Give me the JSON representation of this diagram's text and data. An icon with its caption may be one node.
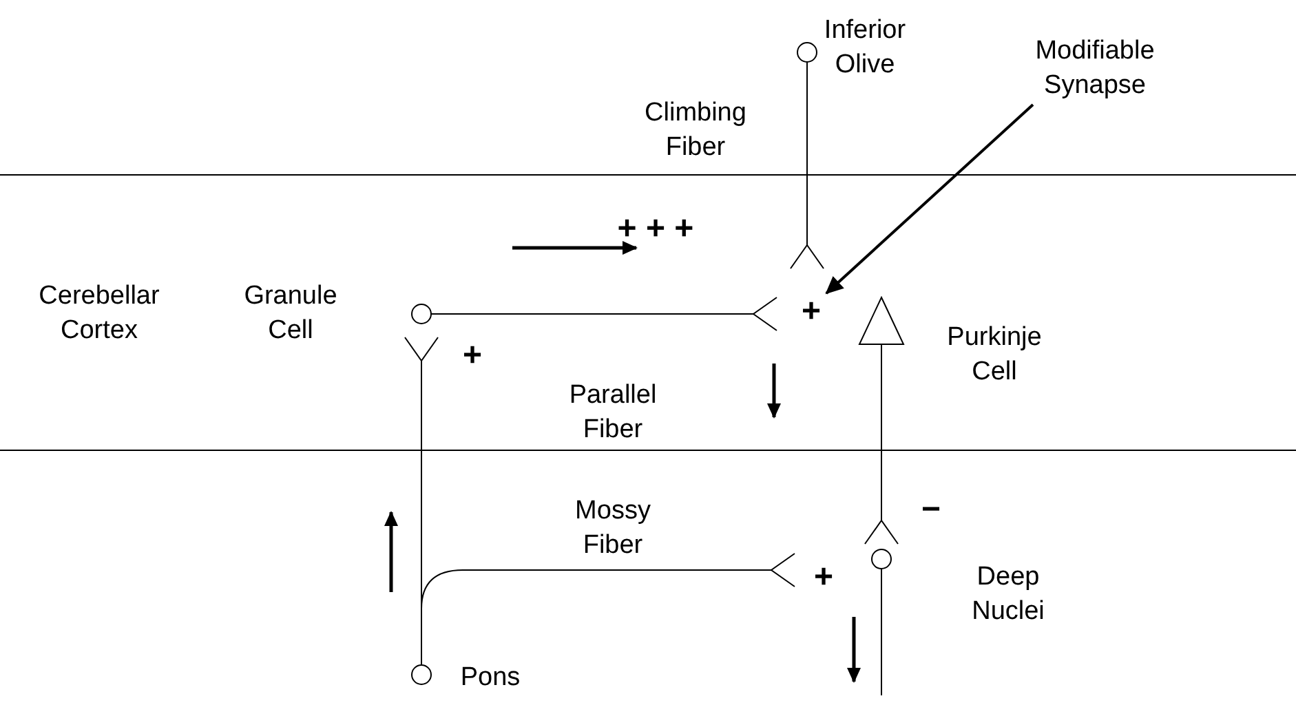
{
  "diagram": {
    "nodes": [
      {
        "text": [],
        "shape": "circle",
        "beside": [
          "Inferior Olive"
        ]
      },
      {
        "text": [],
        "shape": "circle",
        "beside": [
          "Granule Cell"
        ]
      },
      {
        "text": [],
        "shape": "triangle",
        "beside": [
          "Purkinje Cell"
        ]
      },
      {
        "text": [],
        "shape": "circle",
        "beside": [
          "Deep Nuclei"
        ]
      },
      {
        "text": [],
        "shape": "circle",
        "beside": [
          "Pons"
        ]
      },
      {
        "text": [
          "Modifiable Synapse"
        ]
      },
      {
        "text": [
          "+"
        ]
      }
    ],
    "edges": [
      {
        "from": 0,
        "to": 6,
        "arrow": "other",
        "label": "Climbing Fiber"
      },
      {
        "from": 1,
        "to": 6,
        "arrow": "other",
        "label": "Parallel Fiber"
      },
      {
        "from": 2,
        "to": 3,
        "arrow": "other"
      },
      {
        "from": 4,
        "to": 1,
        "arrow": "other"
      },
      {
        "from": 4,
        "to": 3,
        "arrow": "other",
        "label": "Mossy Fiber"
      },
      {
        "from": 3,
        "to": null,
        "arrow": "none"
      },
      {
        "from": 5,
        "to": 6,
        "arrow": "to"
      }
    ],
    "labels": [
      "Cerebellar Cortex",
      "+ + +",
      "+",
      "−",
      "+"
    ]
  }
}
